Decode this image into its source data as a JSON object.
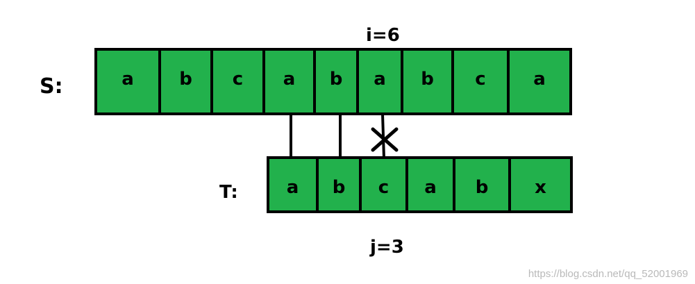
{
  "s_label": "S:",
  "t_label": "T:",
  "i_label": "i=6",
  "j_label": "j=3",
  "s_cells": [
    "a",
    "b",
    "c",
    "a",
    "b",
    "a",
    "b",
    "c",
    "a"
  ],
  "t_cells": [
    "a",
    "b",
    "c",
    "a",
    "b",
    "x"
  ],
  "connectors": [
    {
      "s_index": 3,
      "t_index": 0,
      "match": true
    },
    {
      "s_index": 4,
      "t_index": 1,
      "match": true
    },
    {
      "s_index": 5,
      "t_index": 2,
      "match": false
    }
  ],
  "colors": {
    "cell_fill": "#22b14c",
    "border": "#000000",
    "watermark": "#b9b9b9"
  },
  "watermark": "https://blog.csdn.net/qq_52001969"
}
